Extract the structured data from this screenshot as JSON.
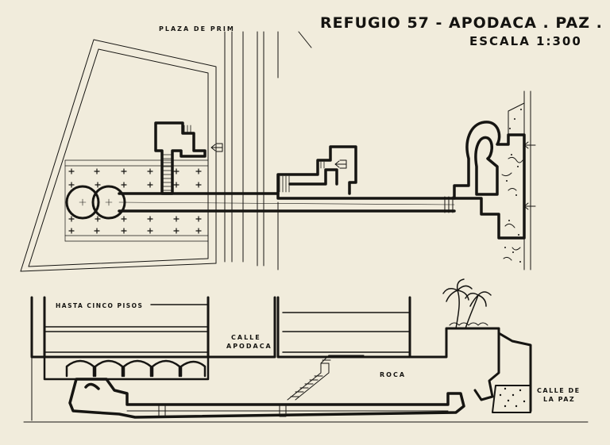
{
  "title": "REFUGIO 57 - APODACA . PAZ .",
  "scale": "ESCALA 1:300",
  "labels": {
    "plaza": "PLAZA DE PRIM",
    "floors": "HASTA CINCO PISOS",
    "street_apodaca_1": "CALLE",
    "street_apodaca_2": "APODACA",
    "rock": "ROCA",
    "street_paz_1": "CALLE DE",
    "street_paz_2": "LA PAZ"
  },
  "colors": {
    "ink": "#161512",
    "paper": "#f1ecdc"
  }
}
